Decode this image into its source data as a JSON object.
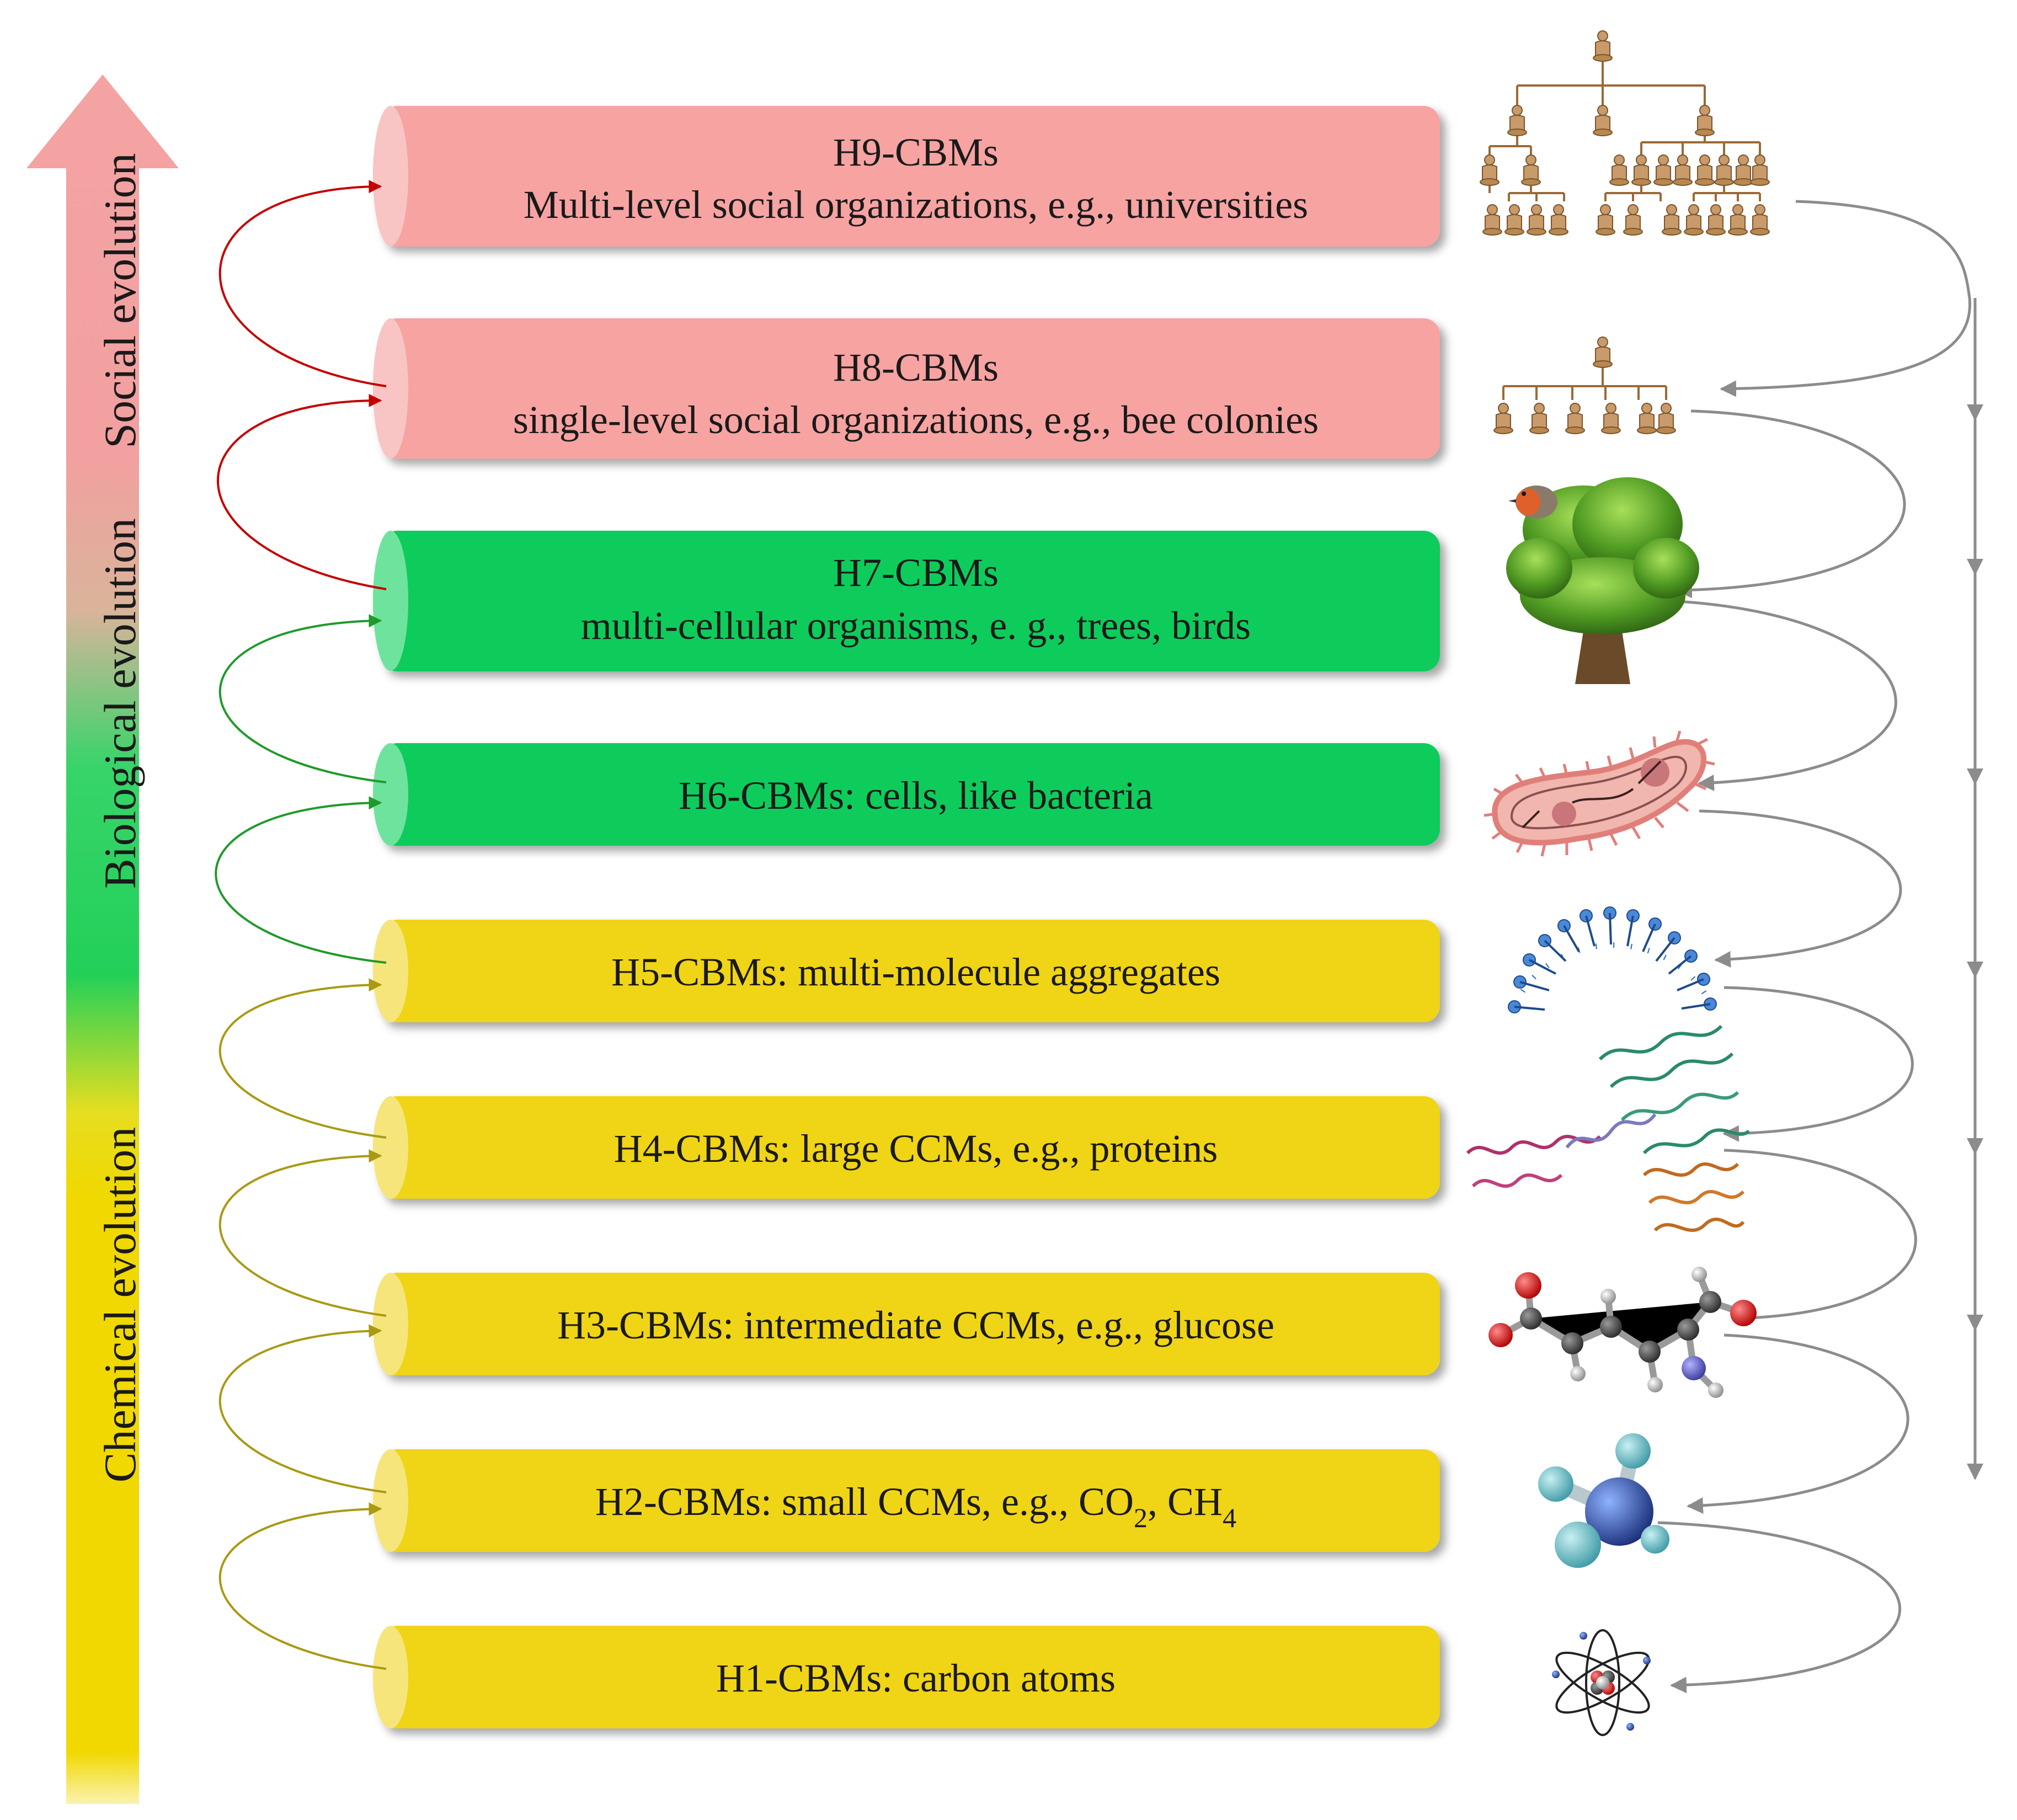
{
  "evolution_labels": {
    "social": "Social evolution",
    "biological": "Biological evolution",
    "chemical": "Chemical evolution"
  },
  "colors": {
    "social": "#f4a3a3",
    "biological": "#08cc5c",
    "chemical": "#f0d400",
    "arrow_social": "#c40000",
    "arrow_biological": "#1f9a2a",
    "arrow_chemical": "#a89a14",
    "arrow_gray": "#8c8c8c"
  },
  "levels": [
    {
      "id": "h9",
      "group": "social",
      "line1": "H9-CBMs",
      "line2": "Multi-level social organizations, e.g., universities",
      "icon": "hierarchy-organization-icon"
    },
    {
      "id": "h8",
      "group": "social",
      "line1": "H8-CBMs",
      "line2": "single-level social organizations, e.g., bee colonies",
      "icon": "single-level-organization-icon"
    },
    {
      "id": "h7",
      "group": "biological",
      "line1": "H7-CBMs",
      "line2": "multi-cellular organisms, e. g., trees, birds",
      "icon": "tree-bird-icon"
    },
    {
      "id": "h6",
      "group": "biological",
      "line1": "H6-CBMs: cells, like bacteria",
      "icon": "bacteria-cell-icon"
    },
    {
      "id": "h5",
      "group": "chemical",
      "line1": "H5-CBMs: multi-molecule aggregates",
      "icon": "lipid-aggregate-icon"
    },
    {
      "id": "h4",
      "group": "chemical",
      "line1": "H4-CBMs: large CCMs, e.g., proteins",
      "icon": "protein-structure-icon"
    },
    {
      "id": "h3",
      "group": "chemical",
      "line1": "H3-CBMs: intermediate CCMs, e.g., glucose",
      "icon": "molecule-ball-stick-icon"
    },
    {
      "id": "h2",
      "group": "chemical",
      "line1_prefix": "H2-CBMs: small CCMs, e.g., CO",
      "sub1": "2",
      "mid": ", CH",
      "sub2": "4",
      "icon": "small-molecule-icon"
    },
    {
      "id": "h1",
      "group": "chemical",
      "line1": "H1-CBMs: carbon atoms",
      "icon": "carbon-atom-icon"
    }
  ]
}
